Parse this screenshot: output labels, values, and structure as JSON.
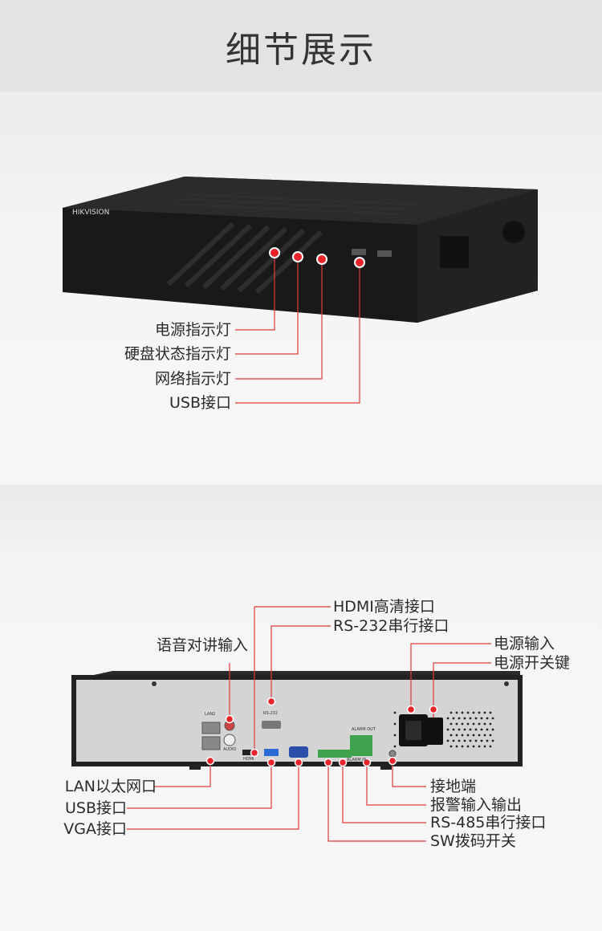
{
  "header": {
    "title": "细节展示"
  },
  "front": {
    "brand": "HIKVISION",
    "labels": [
      {
        "id": "power-indicator",
        "text": "电源指示灯"
      },
      {
        "id": "hdd-indicator",
        "text": "硬盘状态指示灯"
      },
      {
        "id": "network-indicator",
        "text": "网络指示灯"
      },
      {
        "id": "usb-port",
        "text": "USB接口"
      }
    ]
  },
  "back": {
    "port_labels": {
      "lan": "LAN2",
      "rs232": "RS-232",
      "alarm_out": "ALARM OUT",
      "alarm_in": "ALARM IN",
      "audio": "AUDIO",
      "hdmi": "HDMI"
    },
    "labels": {
      "hdmi": "HDMI高清接口",
      "rs232": "RS-232串行接口",
      "audio": "语音对讲输入",
      "power_in": "电源输入",
      "power_switch": "电源开关键",
      "lan": "LAN以太网口",
      "usb": "USB接口",
      "vga": "VGA接口",
      "ground": "接地端",
      "alarm_io": "报警输入输出",
      "rs485": "RS-485串行接口",
      "sw_dip": "SW拨码开关"
    }
  },
  "colors": {
    "marker": "#e8232a",
    "leader": "#e23a3a",
    "device": "#1d1d1d",
    "back_plate": "#d4d4d4"
  }
}
